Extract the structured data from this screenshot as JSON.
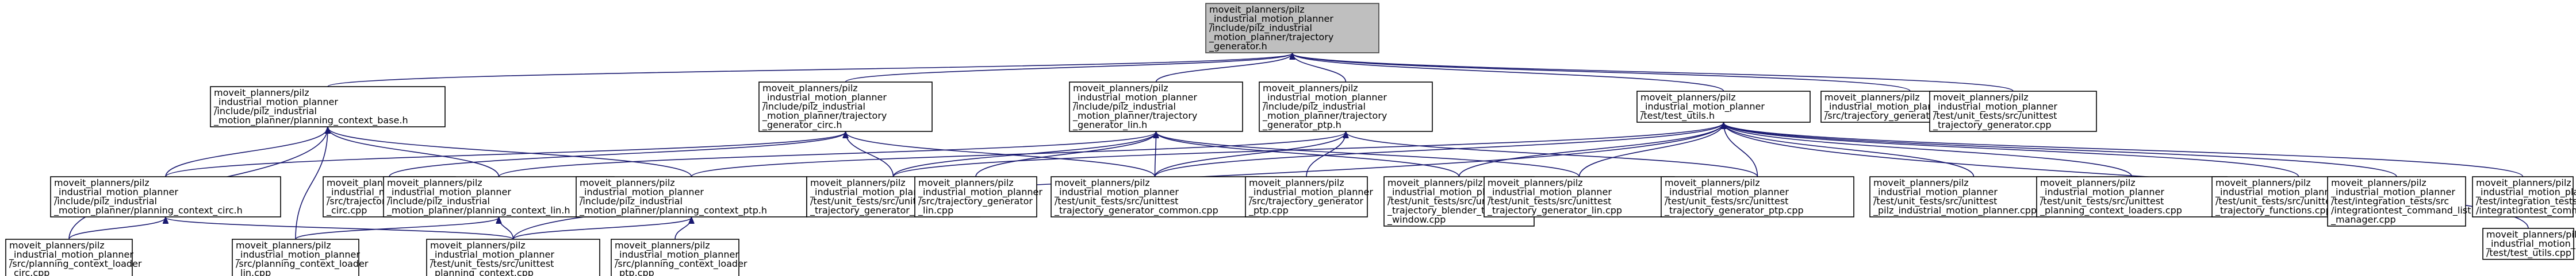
{
  "graph": {
    "style": {
      "edge_color": "#191970",
      "root_fill": "#bfbfbf",
      "node_fill": "#ffffff",
      "node_border": "#000000"
    },
    "nodes": [
      {
        "id": "root",
        "is_root": true,
        "lines": [
          "moveit_planners/pilz",
          "_industrial_motion_planner",
          "/include/pilz_industrial",
          "_motion_planner/trajectory",
          "_generator.h"
        ]
      },
      {
        "id": "ctx_base",
        "lines": [
          "moveit_planners/pilz",
          "_industrial_motion_planner",
          "/include/pilz_industrial",
          "_motion_planner/planning_context_base.h"
        ]
      },
      {
        "id": "tg_circ",
        "lines": [
          "moveit_planners/pilz",
          "_industrial_motion_planner",
          "/include/pilz_industrial",
          "_motion_planner/trajectory",
          "_generator_circ.h"
        ]
      },
      {
        "id": "tg_lin",
        "lines": [
          "moveit_planners/pilz",
          "_industrial_motion_planner",
          "/include/pilz_industrial",
          "_motion_planner/trajectory",
          "_generator_lin.h"
        ]
      },
      {
        "id": "tg_ptp",
        "lines": [
          "moveit_planners/pilz",
          "_industrial_motion_planner",
          "/include/pilz_industrial",
          "_motion_planner/trajectory",
          "_generator_ptp.h"
        ]
      },
      {
        "id": "test_utils_h",
        "lines": [
          "moveit_planners/pilz",
          "_industrial_motion_planner",
          "/test/test_utils.h"
        ]
      },
      {
        "id": "src_tg_cpp",
        "lines": [
          "moveit_planners/pilz",
          "_industrial_motion_planner",
          "/src/trajectory_generator.cpp"
        ]
      },
      {
        "id": "ut_tg_cpp",
        "lines": [
          "moveit_planners/pilz",
          "_industrial_motion_planner",
          "/test/unit_tests/src/unittest",
          "_trajectory_generator.cpp"
        ]
      },
      {
        "id": "ctx_circ_h",
        "lines": [
          "moveit_planners/pilz",
          "_industrial_motion_planner",
          "/include/pilz_industrial",
          "_motion_planner/planning_context_circ.h"
        ]
      },
      {
        "id": "src_tg_circ_cpp",
        "lines": [
          "moveit_planners/pilz",
          "_industrial_motion_planner",
          "/src/trajectory_generator",
          "_circ.cpp"
        ]
      },
      {
        "id": "ctx_lin_h",
        "lines": [
          "moveit_planners/pilz",
          "_industrial_motion_planner",
          "/include/pilz_industrial",
          "_motion_planner/planning_context_lin.h"
        ]
      },
      {
        "id": "ctx_ptp_h",
        "lines": [
          "moveit_planners/pilz",
          "_industrial_motion_planner",
          "/include/pilz_industrial",
          "_motion_planner/planning_context_ptp.h"
        ]
      },
      {
        "id": "ut_tg_circ_cpp",
        "lines": [
          "moveit_planners/pilz",
          "_industrial_motion_planner",
          "/test/unit_tests/src/unittest",
          "_trajectory_generator_circ.cpp"
        ]
      },
      {
        "id": "src_tg_lin_cpp",
        "lines": [
          "moveit_planners/pilz",
          "_industrial_motion_planner",
          "/src/trajectory_generator",
          "_lin.cpp"
        ]
      },
      {
        "id": "ut_tg_common_cpp",
        "lines": [
          "moveit_planners/pilz",
          "_industrial_motion_planner",
          "/test/unit_tests/src/unittest",
          "_trajectory_generator_common.cpp"
        ]
      },
      {
        "id": "src_tg_ptp_cpp",
        "lines": [
          "moveit_planners/pilz",
          "_industrial_motion_planner",
          "/src/trajectory_generator",
          "_ptp.cpp"
        ]
      },
      {
        "id": "ut_blender_cpp",
        "lines": [
          "moveit_planners/pilz",
          "_industrial_motion_planner",
          "/test/unit_tests/src/unittest",
          "_trajectory_blender_transition",
          "_window.cpp"
        ]
      },
      {
        "id": "ut_tg_lin_cpp",
        "lines": [
          "moveit_planners/pilz",
          "_industrial_motion_planner",
          "/test/unit_tests/src/unittest",
          "_trajectory_generator_lin.cpp"
        ]
      },
      {
        "id": "ut_tg_ptp_cpp",
        "lines": [
          "moveit_planners/pilz",
          "_industrial_motion_planner",
          "/test/unit_tests/src/unittest",
          "_trajectory_generator_ptp.cpp"
        ]
      },
      {
        "id": "ut_planner_cpp",
        "lines": [
          "moveit_planners/pilz",
          "_industrial_motion_planner",
          "/test/unit_tests/src/unittest",
          "_pilz_industrial_motion_planner.cpp"
        ]
      },
      {
        "id": "ut_ctx_loaders_cpp",
        "lines": [
          "moveit_planners/pilz",
          "_industrial_motion_planner",
          "/test/unit_tests/src/unittest",
          "_planning_context_loaders.cpp"
        ]
      },
      {
        "id": "ut_traj_funcs_cpp",
        "lines": [
          "moveit_planners/pilz",
          "_industrial_motion_planner",
          "/test/unit_tests/src/unittest",
          "_trajectory_functions.cpp"
        ]
      },
      {
        "id": "it_cmd_list_cpp",
        "lines": [
          "moveit_planners/pilz",
          "_industrial_motion_planner",
          "/test/integration_tests/src",
          "/integrationtest_command_list",
          "_manager.cpp"
        ]
      },
      {
        "id": "it_cmd_planning_cpp",
        "lines": [
          "moveit_planners/pilz",
          "_industrial_motion_planner",
          "/test/integration_tests/src",
          "/integrationtest_command_planning.cpp"
        ]
      },
      {
        "id": "test_utils_cpp",
        "lines": [
          "moveit_planners/pilz",
          "_industrial_motion_planner",
          "/test/test_utils.cpp"
        ]
      },
      {
        "id": "src_ctx_loader_circ_cpp",
        "lines": [
          "moveit_planners/pilz",
          "_industrial_motion_planner",
          "/src/planning_context_loader",
          "_circ.cpp"
        ]
      },
      {
        "id": "src_ctx_loader_lin_cpp",
        "lines": [
          "moveit_planners/pilz",
          "_industrial_motion_planner",
          "/src/planning_context_loader",
          "_lin.cpp"
        ]
      },
      {
        "id": "ut_ctx_cpp",
        "lines": [
          "moveit_planners/pilz",
          "_industrial_motion_planner",
          "/test/unit_tests/src/unittest",
          "_planning_context.cpp"
        ]
      },
      {
        "id": "src_ctx_loader_ptp_cpp",
        "lines": [
          "moveit_planners/pilz",
          "_industrial_motion_planner",
          "/src/planning_context_loader",
          "_ptp.cpp"
        ]
      }
    ],
    "edges": [
      [
        "ctx_base",
        "root"
      ],
      [
        "tg_circ",
        "root"
      ],
      [
        "tg_lin",
        "root"
      ],
      [
        "tg_ptp",
        "root"
      ],
      [
        "test_utils_h",
        "root"
      ],
      [
        "src_tg_cpp",
        "root"
      ],
      [
        "ut_tg_cpp",
        "root"
      ],
      [
        "ctx_circ_h",
        "ctx_base"
      ],
      [
        "ctx_lin_h",
        "ctx_base"
      ],
      [
        "ctx_ptp_h",
        "ctx_base"
      ],
      [
        "src_ctx_loader_circ_cpp",
        "ctx_base"
      ],
      [
        "src_ctx_loader_lin_cpp",
        "ctx_base"
      ],
      [
        "ctx_circ_h",
        "tg_circ"
      ],
      [
        "src_tg_circ_cpp",
        "tg_circ"
      ],
      [
        "ut_tg_circ_cpp",
        "tg_circ"
      ],
      [
        "ut_tg_common_cpp",
        "tg_circ"
      ],
      [
        "ctx_lin_h",
        "tg_lin"
      ],
      [
        "src_tg_lin_cpp",
        "tg_lin"
      ],
      [
        "ut_tg_common_cpp",
        "tg_lin"
      ],
      [
        "ut_blender_cpp",
        "tg_lin"
      ],
      [
        "ut_tg_lin_cpp",
        "tg_lin"
      ],
      [
        "ut_tg_circ_cpp",
        "tg_lin"
      ],
      [
        "ctx_ptp_h",
        "tg_ptp"
      ],
      [
        "src_tg_ptp_cpp",
        "tg_ptp"
      ],
      [
        "ut_tg_common_cpp",
        "tg_ptp"
      ],
      [
        "ut_tg_ptp_cpp",
        "tg_ptp"
      ],
      [
        "ut_tg_circ_cpp",
        "test_utils_h"
      ],
      [
        "ut_tg_common_cpp",
        "test_utils_h"
      ],
      [
        "ut_blender_cpp",
        "test_utils_h"
      ],
      [
        "ut_tg_lin_cpp",
        "test_utils_h"
      ],
      [
        "ut_tg_ptp_cpp",
        "test_utils_h"
      ],
      [
        "ut_planner_cpp",
        "test_utils_h"
      ],
      [
        "ut_ctx_loaders_cpp",
        "test_utils_h"
      ],
      [
        "ut_traj_funcs_cpp",
        "test_utils_h"
      ],
      [
        "it_cmd_list_cpp",
        "test_utils_h"
      ],
      [
        "it_cmd_planning_cpp",
        "test_utils_h"
      ],
      [
        "test_utils_cpp",
        "test_utils_h"
      ],
      [
        "ut_ctx_cpp",
        "test_utils_h"
      ],
      [
        "src_ctx_loader_circ_cpp",
        "ctx_circ_h"
      ],
      [
        "ut_ctx_cpp",
        "ctx_circ_h"
      ],
      [
        "src_ctx_loader_lin_cpp",
        "ctx_lin_h"
      ],
      [
        "ut_ctx_cpp",
        "ctx_lin_h"
      ],
      [
        "src_ctx_loader_ptp_cpp",
        "ctx_ptp_h"
      ],
      [
        "ut_ctx_cpp",
        "ctx_ptp_h"
      ]
    ]
  }
}
